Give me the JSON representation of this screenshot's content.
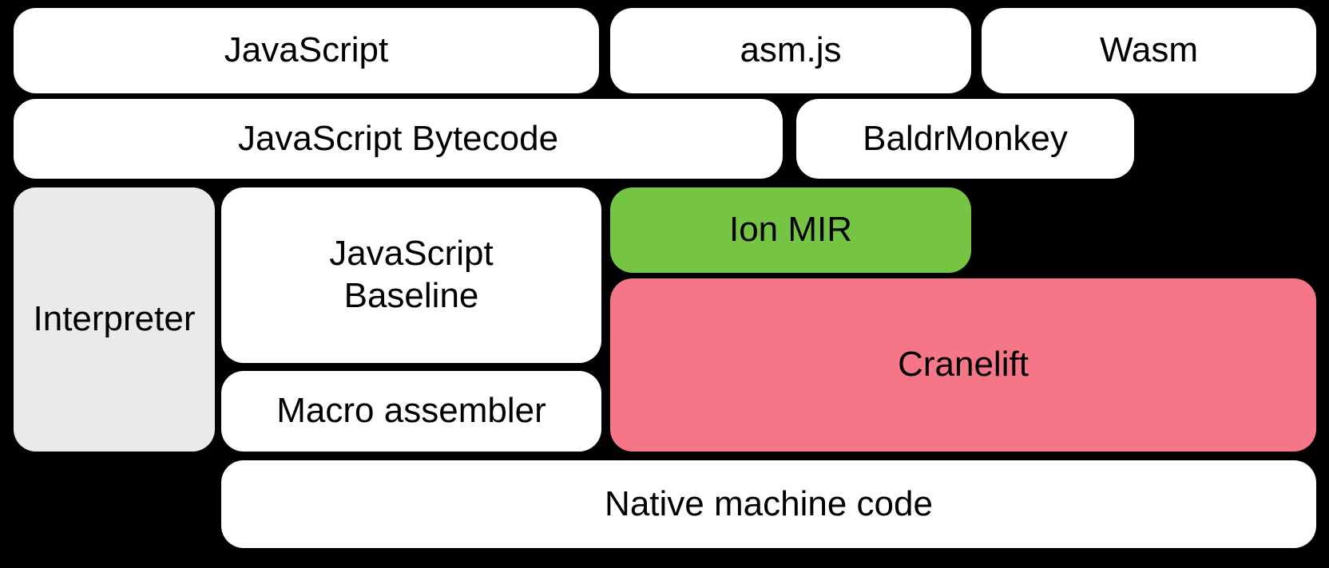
{
  "diagram": {
    "background_color": "#000000",
    "text_color": "#000000",
    "boxes": [
      {
        "id": "javascript",
        "label": "JavaScript",
        "fill": "#ffffff"
      },
      {
        "id": "asmjs",
        "label": "asm.js",
        "fill": "#ffffff"
      },
      {
        "id": "wasm",
        "label": "Wasm",
        "fill": "#ffffff"
      },
      {
        "id": "javascript-bytecode",
        "label": "JavaScript Bytecode",
        "fill": "#ffffff"
      },
      {
        "id": "baldrmonkey",
        "label": "BaldrMonkey",
        "fill": "#ffffff"
      },
      {
        "id": "interpreter",
        "label": "Interpreter",
        "fill": "#eaeaea"
      },
      {
        "id": "javascript-baseline",
        "label": "JavaScript Baseline",
        "fill": "#ffffff"
      },
      {
        "id": "ion-mir",
        "label": "Ion MIR",
        "fill": "#76c444"
      },
      {
        "id": "cranelift",
        "label": "Cranelift",
        "fill": "#f57787"
      },
      {
        "id": "macro-assembler",
        "label": "Macro assembler",
        "fill": "#ffffff"
      },
      {
        "id": "native-machine-code",
        "label": "Native machine code",
        "fill": "#ffffff"
      }
    ]
  }
}
